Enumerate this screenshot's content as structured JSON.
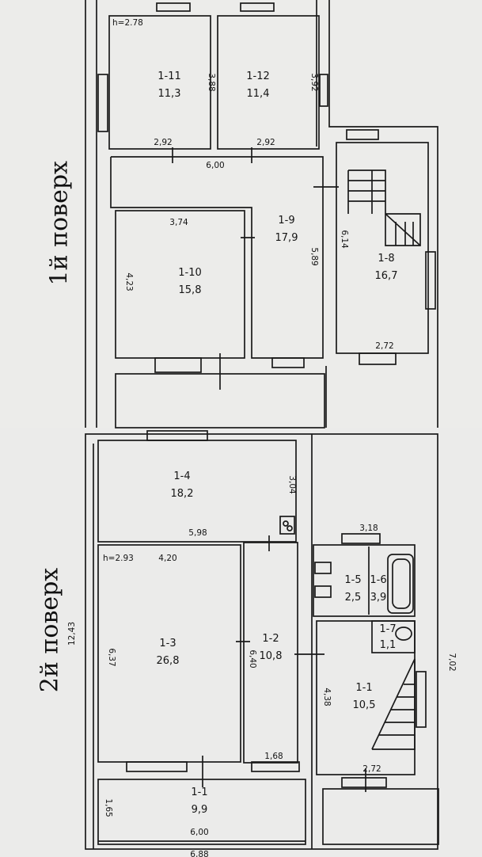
{
  "floors": {
    "first": {
      "label": "1й поверх",
      "height": "h=2.78",
      "rooms": [
        {
          "id": "1-11",
          "area": "11,3"
        },
        {
          "id": "1-12",
          "area": "11,4"
        },
        {
          "id": "1-10",
          "area": "15,8"
        },
        {
          "id": "1-9",
          "area": "17,9"
        },
        {
          "id": "1-8",
          "area": "16,7"
        }
      ],
      "dims": {
        "d_1_11_h": "3,88",
        "d_1_11_w": "2,92",
        "d_1_12_h": "3,92",
        "d_1_12_w": "2,92",
        "d_corr": "6,00",
        "d_1_10_w": "3,74",
        "d_1_10_h": "4,23",
        "d_1_9_h": "5,89",
        "d_1_8_h": "6,14",
        "d_1_8_w": "2,72"
      }
    },
    "second": {
      "label": "2й поверх",
      "height": "h=2.93",
      "rooms": [
        {
          "id": "1-4",
          "area": "18,2"
        },
        {
          "id": "1-3",
          "area": "26,8"
        },
        {
          "id": "1-2",
          "area": "10,8"
        },
        {
          "id": "1-5",
          "area": "2,5"
        },
        {
          "id": "1-6",
          "area": "3,9"
        },
        {
          "id": "1-7",
          "area": "1,1"
        },
        {
          "id": "1-1",
          "area": "10,5"
        },
        {
          "id": "1-1",
          "area": "9,9"
        }
      ],
      "dims": {
        "d_1_4_h": "3,04",
        "d_1_4_w": "5,98",
        "d_1_3_w": "4,20",
        "d_overall": "12,43",
        "d_1_3_h": "6,37",
        "d_1_2_h": "6,40",
        "d_1_2_w": "1,68",
        "d_right_w": "3,18",
        "d_right_h": "7,02",
        "d_1_1_h": "4,38",
        "d_1_1_w": "2,72",
        "d_balc_h": "1,65",
        "d_balc_w": "6,00",
        "d_bottom": "6,88"
      }
    }
  }
}
